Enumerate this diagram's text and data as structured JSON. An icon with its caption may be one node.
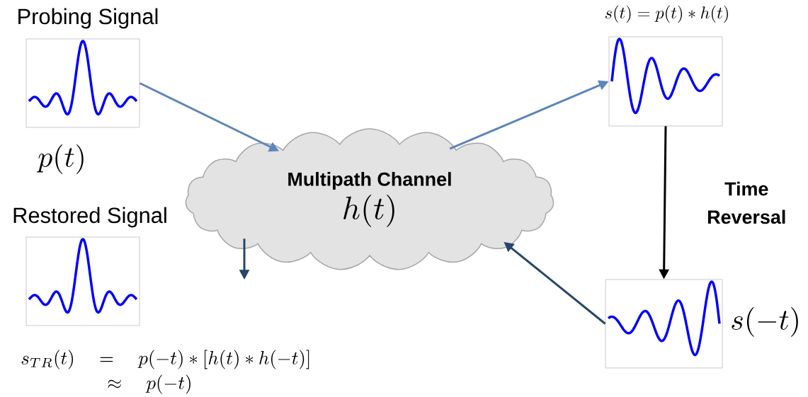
{
  "diagram": {
    "nodes": [
      {
        "text": [
          "Probing Signal"
        ],
        "beside": [
          "p(t)"
        ]
      },
      {
        "text": [
          "Multipath Channel",
          "h(t)"
        ]
      },
      {
        "text": [
          "s(t) = p(t) * h(t)"
        ]
      },
      {
        "text": [],
        "shape": "picture",
        "beside": [
          "s(-t)"
        ]
      },
      {
        "text": [
          "Restored Signal"
        ]
      }
    ],
    "edges": [
      {
        "from": 0,
        "to": 1,
        "arrow": "to",
        "color": "#5b86bd"
      },
      {
        "from": 1,
        "to": 2,
        "arrow": "to",
        "color": "#5b86bd"
      },
      {
        "from": 2,
        "to": 3,
        "arrow": "to",
        "label": "Time Reversal",
        "color": "#000000"
      },
      {
        "from": 3,
        "to": 1,
        "arrow": "to",
        "color": "#28466b"
      },
      {
        "from": 1,
        "to": null,
        "arrow": "to",
        "color": "#28466b"
      }
    ],
    "labels": [
      "s_{TR}(t) \\quad = \\quad p(-t) * [h(t) * h(-t)]",
      "\\approx \\quad p(-t)"
    ]
  }
}
